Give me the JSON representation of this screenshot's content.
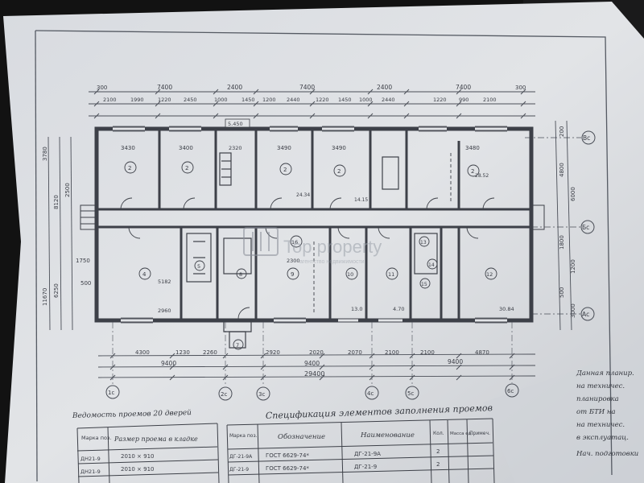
{
  "dims_top_row1": [
    "300",
    "7400",
    "2400",
    "7400",
    "2400",
    "7400",
    "300"
  ],
  "dims_top_row2": [
    "2100",
    "1990",
    "1220",
    "2450",
    "1000",
    "1450",
    "1200",
    "2440",
    "1220",
    "1450",
    "1000",
    "2440",
    "1220",
    "990",
    "2100"
  ],
  "dims_bottom_row1": [
    "4300",
    "1230",
    "2260",
    "2920",
    "2020",
    "2070",
    "2100",
    "2100",
    "4870"
  ],
  "dims_bottom_row2": [
    "9400",
    "9400",
    "9400"
  ],
  "dim_total": "29400",
  "axes_bottom": [
    "1с",
    "2с",
    "3с",
    "4с",
    "5с",
    "6с"
  ],
  "axes_right": [
    "Вс",
    "Бс",
    "Ас"
  ],
  "left_dims": [
    "3780",
    "8120",
    "2500",
    "1750",
    "500",
    "6250",
    "11670"
  ],
  "right_dims": [
    "4800",
    "6000",
    "1800",
    "1200",
    "500",
    "3000",
    "200"
  ],
  "room_numbers": [
    "2",
    "2",
    "2",
    "2",
    "2",
    "4",
    "5",
    "7",
    "8",
    "9",
    "10",
    "11",
    "12",
    "13",
    "14",
    "15",
    "16"
  ],
  "room_labels": [
    "3430",
    "3400",
    "2320",
    "3490",
    "3490",
    "3480",
    "5182",
    "2960",
    "2300",
    "30.84",
    "13.0",
    "4.70",
    "28.52",
    "14.15",
    "24.34"
  ],
  "stamp": {
    "value": "5.450"
  },
  "watermark": {
    "brand": "Top property",
    "tag": "агентство недвижимости"
  },
  "left_title": "Ведомость проемов 20 дверей",
  "spec_title": "Спецификация элементов заполнения проемов",
  "table_left": {
    "headers": [
      "Марка поз.",
      "Размер проема в кладке"
    ],
    "rows": [
      [
        "ДН21-9",
        "2010 × 910"
      ],
      [
        "ДН21-9",
        "2010 × 910"
      ]
    ]
  },
  "table_right": {
    "headers": [
      "Марка поз.",
      "Обозначение",
      "Наименование",
      "Кол.",
      "Масса ед.",
      "Примеч."
    ],
    "rows": [
      [
        "ДГ-21-9А",
        "ГОСТ 6629-74*",
        "ДГ-21-9А",
        "2",
        "",
        ""
      ],
      [
        "ДГ-21-9",
        "ГОСТ 6629-74*",
        "ДГ-21-9",
        "2",
        "",
        ""
      ]
    ]
  },
  "side_note": [
    "Данная планир.",
    "на техничес.",
    "планировка",
    "от БТИ на",
    "на техничес.",
    "в эксплуатац.",
    "Нач. подготовки"
  ]
}
